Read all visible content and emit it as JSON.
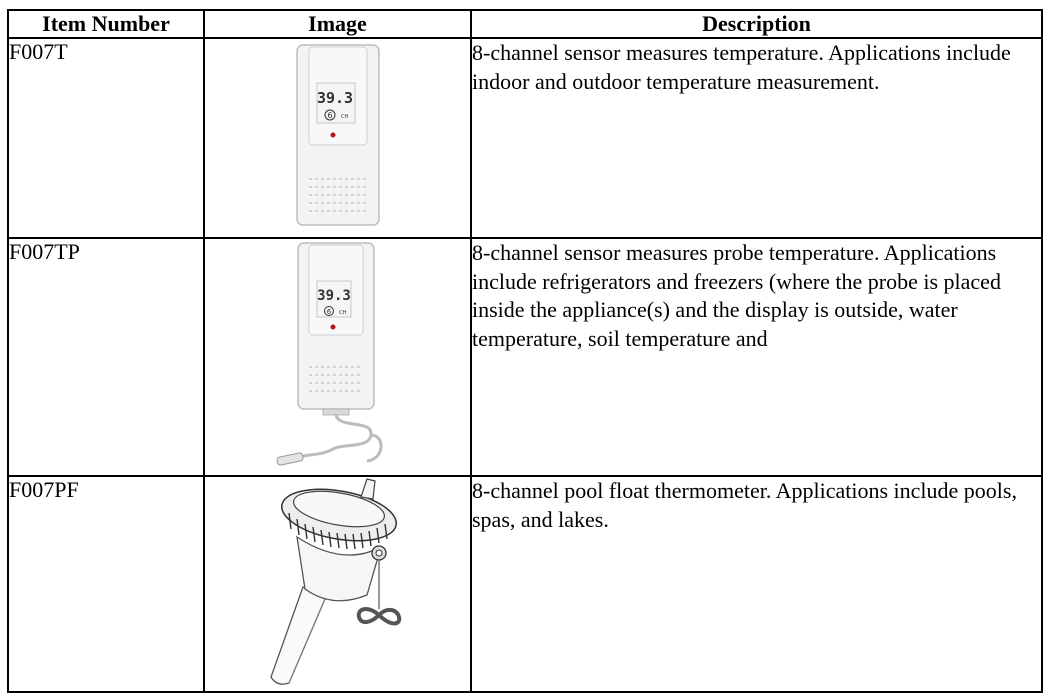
{
  "table": {
    "headers": [
      "Item Number",
      "Image",
      "Description"
    ],
    "rows": [
      {
        "item_number": "F007T",
        "image_icon": "temperature-sensor-icon",
        "display_reading": "39.3",
        "display_channel": "6",
        "channel_label": "CH",
        "description": "8-channel sensor measures temperature. Applications include indoor and outdoor temperature measurement."
      },
      {
        "item_number": "F007TP",
        "image_icon": "probe-temperature-sensor-icon",
        "display_reading": "39.3",
        "display_channel": "6",
        "channel_label": "CH",
        "description": "8-channel sensor measures probe temperature. Applications include refrigerators and freezers (where the probe is placed inside the appliance(s) and the display is outside, water temperature, soil temperature and"
      },
      {
        "item_number": "F007PF",
        "image_icon": "pool-float-thermometer-icon",
        "description": "8-channel pool float thermometer. Applications include pools, spas, and lakes."
      }
    ]
  }
}
